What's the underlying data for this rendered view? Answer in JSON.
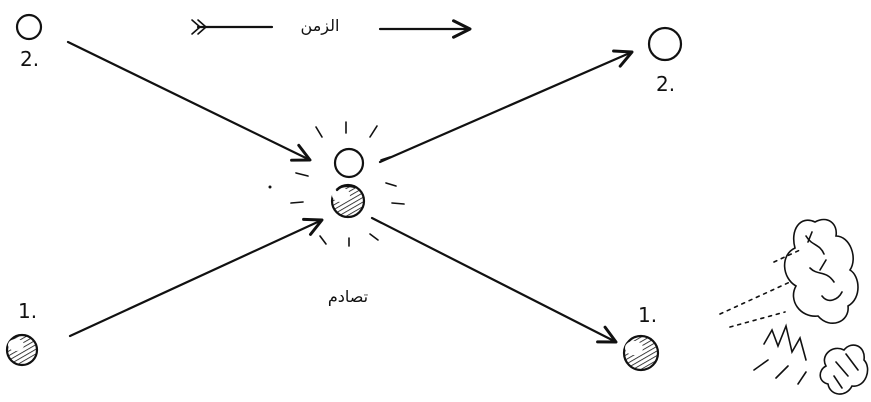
{
  "labels": {
    "time": "الزمن",
    "collision": "تصادم"
  },
  "balls": {
    "ball_1_before": "1.",
    "ball_2_before": "2.",
    "ball_1_after": "1.",
    "ball_2_after": "2."
  }
}
